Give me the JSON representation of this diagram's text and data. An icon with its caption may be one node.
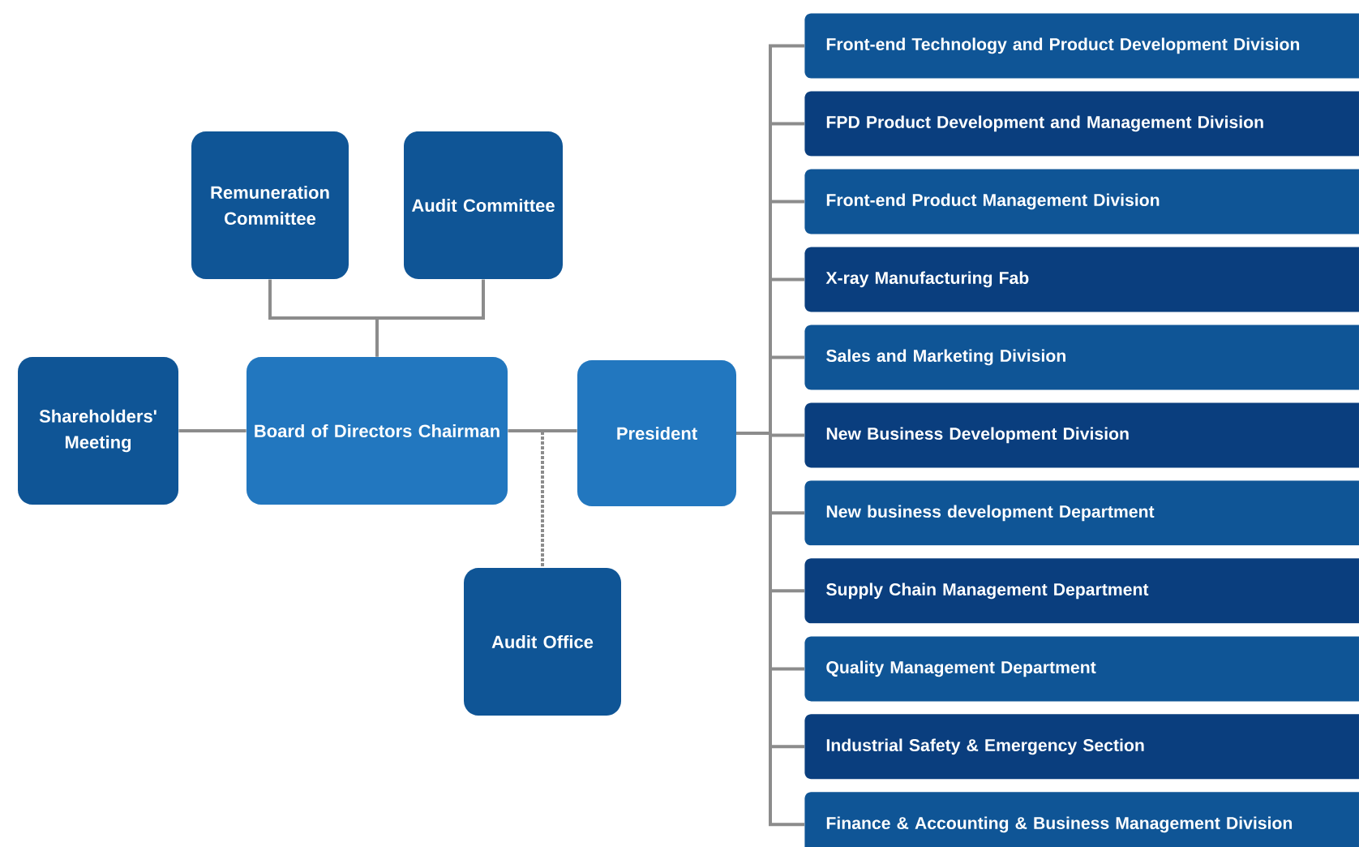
{
  "diagram": {
    "nodes": [
      {
        "text": [
          "Remuneration Committee"
        ]
      },
      {
        "text": [
          "Audit Committee"
        ]
      },
      {
        "text": [
          "Shareholders' Meeting"
        ]
      },
      {
        "text": [
          "Board of Directors Chairman"
        ]
      },
      {
        "text": [
          "President"
        ]
      },
      {
        "text": [
          "Audit Office"
        ]
      },
      {
        "text": [
          "Front-end Technology and  Product Development Division"
        ]
      },
      {
        "text": [
          "FPD Product Development and Management Division"
        ]
      },
      {
        "text": [
          "Front-end Product Management Division"
        ]
      },
      {
        "text": [
          "X-ray Manufacturing Fab"
        ]
      },
      {
        "text": [
          "Sales and Marketing Division"
        ]
      },
      {
        "text": [
          "New Business Development Division"
        ]
      },
      {
        "text": [
          "New business development  Department"
        ]
      },
      {
        "text": [
          "Supply Chain Management Department"
        ]
      },
      {
        "text": [
          "Quality Management Department"
        ]
      },
      {
        "text": [
          "Industrial Safety & Emergency Section"
        ]
      },
      {
        "text": [
          "Finance & Accounting & Business Management Division"
        ]
      }
    ],
    "edges": [
      {
        "from": 0,
        "to": 3,
        "arrow": "none"
      },
      {
        "from": 1,
        "to": 3,
        "arrow": "none"
      },
      {
        "from": 2,
        "to": 3,
        "arrow": "none"
      },
      {
        "from": 3,
        "to": 4,
        "arrow": "none"
      },
      {
        "from": 3,
        "to": 5,
        "arrow": "none",
        "style": "dashed"
      },
      {
        "from": 4,
        "to": 6,
        "arrow": "none"
      },
      {
        "from": 4,
        "to": 7,
        "arrow": "none"
      },
      {
        "from": 4,
        "to": 8,
        "arrow": "none"
      },
      {
        "from": 4,
        "to": 9,
        "arrow": "none"
      },
      {
        "from": 4,
        "to": 10,
        "arrow": "none"
      },
      {
        "from": 4,
        "to": 11,
        "arrow": "none"
      },
      {
        "from": 4,
        "to": 12,
        "arrow": "none"
      },
      {
        "from": 4,
        "to": 13,
        "arrow": "none"
      },
      {
        "from": 4,
        "to": 14,
        "arrow": "none"
      },
      {
        "from": 4,
        "to": 15,
        "arrow": "none"
      },
      {
        "from": 4,
        "to": 16,
        "arrow": "none"
      }
    ]
  }
}
